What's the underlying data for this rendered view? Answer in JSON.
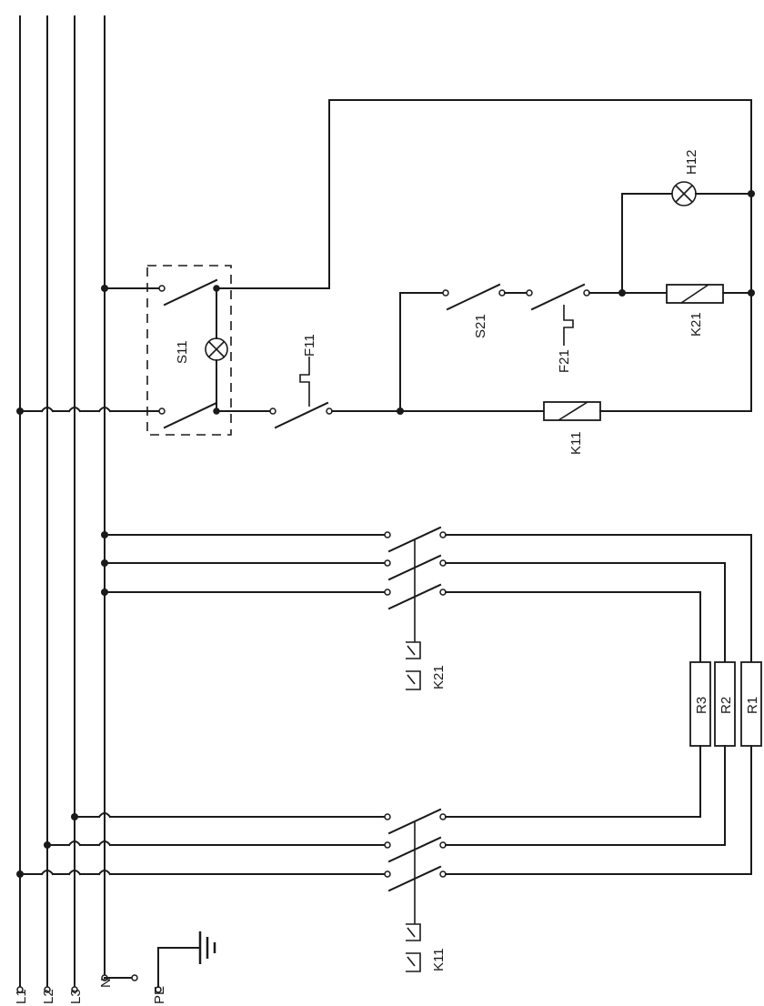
{
  "bus_labels": {
    "l1": "L1",
    "l2": "L2",
    "l3": "L3",
    "n": "N",
    "pe": "PE"
  },
  "components": {
    "s11": "S11",
    "f11": "F11",
    "s21": "S21",
    "f21": "F21",
    "k21_coil": "K21",
    "k11_coil": "K11",
    "h12": "H12",
    "k21_contactor": "K21",
    "k11_contactor": "K11",
    "r1": "R1",
    "r2": "R2",
    "r3": "R3"
  }
}
